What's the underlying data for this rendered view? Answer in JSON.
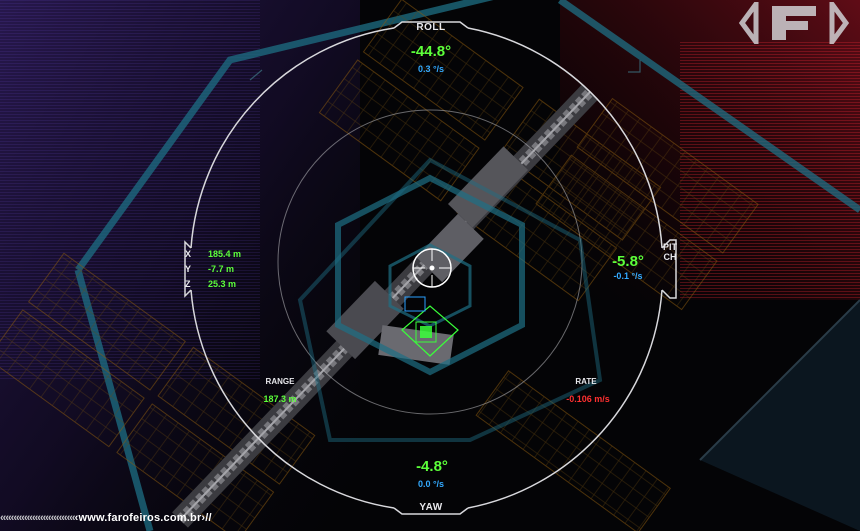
{
  "hud": {
    "roll": {
      "title": "ROLL",
      "value": "-44.8°",
      "rate": "0.3 °/s"
    },
    "pitch": {
      "title": "PITCH",
      "value": "-5.8°",
      "rate": "-0.1 °/s"
    },
    "yaw": {
      "title": "YAW",
      "value": "-4.8°",
      "rate": "0.0 °/s"
    },
    "position": {
      "x_label": "X",
      "x_value": "185.4 m",
      "y_label": "Y",
      "y_value": "-7.7 m",
      "z_label": "Z",
      "z_value": "25.3 m"
    },
    "range": {
      "title": "RANGE",
      "value": "187.3 m"
    },
    "rate": {
      "title": "RATE",
      "value": "-0.106 m/s"
    }
  },
  "watermark": {
    "prefix": "‹‹‹‹‹‹‹‹‹‹‹‹‹‹‹‹‹‹‹‹‹‹‹‹‹‹‹‹",
    "text": "‹www.farofeiros.com.br›//"
  },
  "logo": {
    "icon": "farofeiros-f-logo-icon"
  },
  "colors": {
    "hud_white": "#e8e8ec",
    "value_green": "#5cff3a",
    "rate_blue": "#33aaff",
    "rate_red": "#ff3030",
    "frame_teal": "#1e6f84"
  }
}
